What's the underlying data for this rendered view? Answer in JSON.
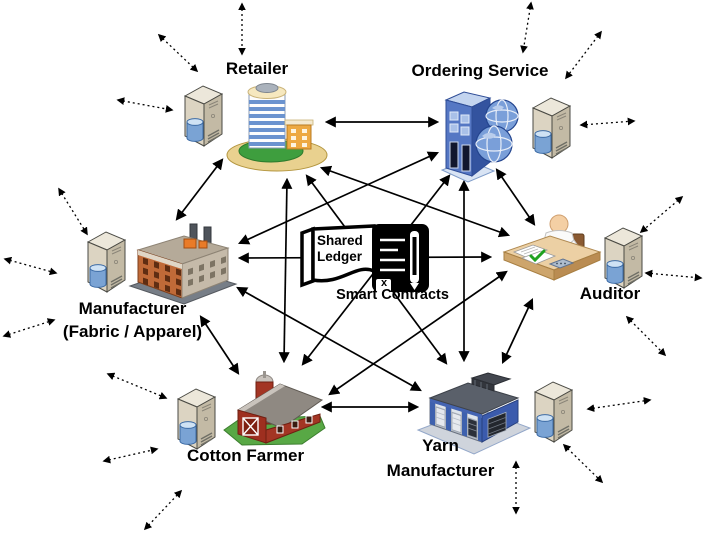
{
  "diagram": {
    "type": "blockchain-network-topology",
    "colors": {
      "arrow": "#000000",
      "ledger": "#000000",
      "background": "#ffffff"
    },
    "center": {
      "ledger_label": "Shared\nLedger",
      "smart_contracts_label": "Smart Contracts",
      "marker_label": "x",
      "icon": "shared-ledger-icon"
    },
    "peer_icon": "server-database-icon",
    "nodes": [
      {
        "id": "retailer",
        "label": "Retailer",
        "icon": "office-tower-icon"
      },
      {
        "id": "ordering-service",
        "label": "Ordering Service",
        "icon": "server-globes-icon"
      },
      {
        "id": "manufacturer",
        "label": "Manufacturer\n(Fabric / Apparel)",
        "icon": "factory-icon"
      },
      {
        "id": "auditor",
        "label": "Auditor",
        "icon": "auditor-desk-icon"
      },
      {
        "id": "cotton-farmer",
        "label": "Cotton Farmer",
        "icon": "barn-icon"
      },
      {
        "id": "yarn-manufacturer",
        "label": "Yarn\nManufacturer",
        "icon": "warehouse-icon"
      }
    ],
    "edges": [
      {
        "from": "retailer",
        "to": "ordering-service",
        "points": [
          327,
          122,
          437,
          122
        ]
      },
      {
        "from": "retailer",
        "to": "manufacturer",
        "points": [
          222,
          160,
          177,
          219
        ]
      },
      {
        "from": "retailer",
        "to": "cotton-farmer",
        "points": [
          287,
          180,
          284,
          361
        ]
      },
      {
        "from": "retailer",
        "to": "auditor",
        "points": [
          322,
          168,
          508,
          235
        ]
      },
      {
        "from": "retailer",
        "to": "yarn-manufacturer",
        "points": [
          307,
          176,
          446,
          363
        ]
      },
      {
        "from": "ordering-service",
        "to": "manufacturer",
        "points": [
          437,
          153,
          240,
          243
        ]
      },
      {
        "from": "ordering-service",
        "to": "auditor",
        "points": [
          497,
          170,
          534,
          224
        ]
      },
      {
        "from": "ordering-service",
        "to": "cotton-farmer",
        "points": [
          449,
          176,
          303,
          364
        ]
      },
      {
        "from": "ordering-service",
        "to": "yarn-manufacturer",
        "points": [
          464,
          182,
          464,
          360
        ]
      },
      {
        "from": "manufacturer",
        "to": "auditor",
        "points": [
          240,
          258,
          490,
          257
        ]
      },
      {
        "from": "manufacturer",
        "to": "cotton-farmer",
        "points": [
          201,
          317,
          238,
          373
        ]
      },
      {
        "from": "manufacturer",
        "to": "yarn-manufacturer",
        "points": [
          238,
          288,
          420,
          390
        ]
      },
      {
        "from": "auditor",
        "to": "cotton-farmer",
        "points": [
          506,
          272,
          330,
          394
        ]
      },
      {
        "from": "auditor",
        "to": "yarn-manufacturer",
        "points": [
          532,
          300,
          503,
          362
        ]
      },
      {
        "from": "cotton-farmer",
        "to": "yarn-manufacturer",
        "points": [
          323,
          407,
          417,
          407
        ]
      }
    ],
    "client_links": [
      {
        "node": "retailer",
        "points": [
          242,
          4,
          242,
          54
        ]
      },
      {
        "node": "retailer",
        "points": [
          159,
          35,
          197,
          71
        ]
      },
      {
        "node": "retailer",
        "points": [
          118,
          100,
          172,
          110
        ]
      },
      {
        "node": "ordering-service",
        "points": [
          531,
          3,
          523,
          52
        ]
      },
      {
        "node": "ordering-service",
        "points": [
          601,
          32,
          566,
          78
        ]
      },
      {
        "node": "ordering-service",
        "points": [
          581,
          125,
          634,
          121
        ]
      },
      {
        "node": "manufacturer",
        "points": [
          59,
          189,
          87,
          234
        ]
      },
      {
        "node": "manufacturer",
        "points": [
          5,
          259,
          56,
          273
        ]
      },
      {
        "node": "manufacturer",
        "points": [
          4,
          336,
          54,
          320
        ]
      },
      {
        "node": "auditor",
        "points": [
          682,
          197,
          641,
          232
        ]
      },
      {
        "node": "auditor",
        "points": [
          646,
          273,
          701,
          278
        ]
      },
      {
        "node": "auditor",
        "points": [
          627,
          317,
          665,
          355
        ]
      },
      {
        "node": "cotton-farmer",
        "points": [
          108,
          374,
          166,
          398
        ]
      },
      {
        "node": "cotton-farmer",
        "points": [
          104,
          461,
          157,
          449
        ]
      },
      {
        "node": "cotton-farmer",
        "points": [
          145,
          529,
          181,
          491
        ]
      },
      {
        "node": "yarn-manufacturer",
        "points": [
          588,
          409,
          650,
          400
        ]
      },
      {
        "node": "yarn-manufacturer",
        "points": [
          564,
          445,
          602,
          482
        ]
      },
      {
        "node": "yarn-manufacturer",
        "points": [
          516,
          462,
          516,
          513
        ]
      }
    ]
  }
}
